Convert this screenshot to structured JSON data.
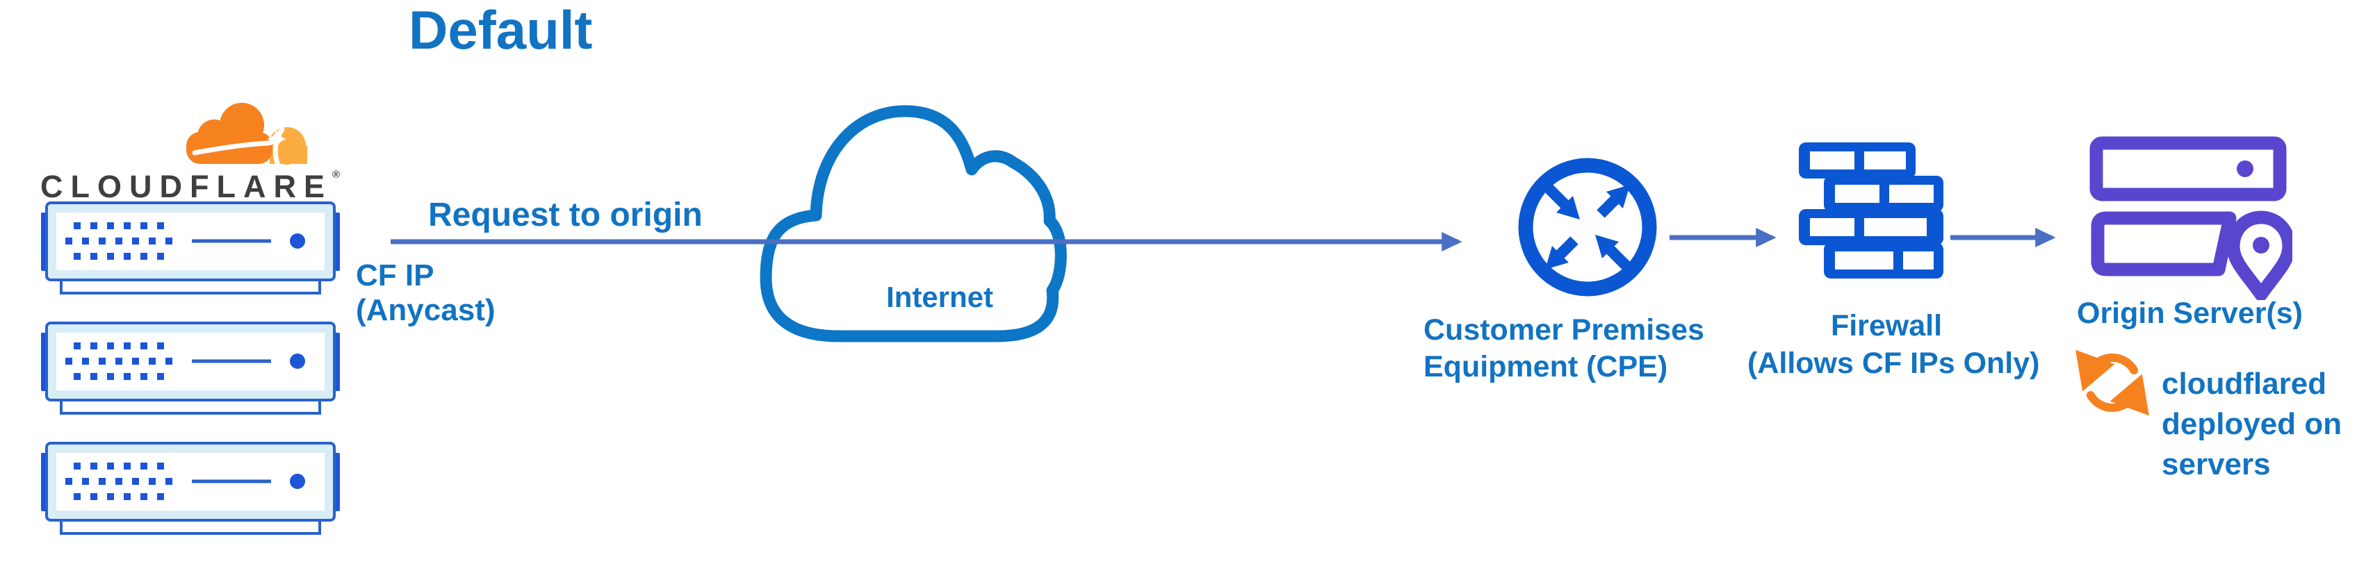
{
  "title": "Default",
  "brand": {
    "wordmark": "CLOUDFLARE",
    "registered_mark": "®"
  },
  "labels": {
    "request": "Request to origin",
    "cf_ip": [
      "CF IP",
      "(Anycast)"
    ],
    "internet": "Internet",
    "cpe": [
      "Customer Premises",
      "Equipment (CPE)"
    ],
    "firewall": [
      "Firewall",
      "(Allows CF IPs Only)"
    ],
    "origin": "Origin Server(s)",
    "cloudflared": [
      "cloudflared",
      "deployed on",
      "servers"
    ]
  },
  "icons": {
    "cloudflare_logo": "cloudflare-cloud-logo",
    "edge_servers": "three-stacked-edge-servers",
    "internet": "internet-cloud-outline",
    "cpe": "router-circle-with-four-arrows",
    "firewall": "brick-wall",
    "origin": "two-server-racks-with-location-pin",
    "cloudflared": "orange-sync-arrows"
  },
  "colors": {
    "background": "#FFFFFF",
    "title_blue": "#1273C2",
    "label_blue": "#1273C2",
    "arrow_slate": "#4A6FC4",
    "icon_blue": "#0B57D3",
    "cloud_stroke": "#0D76C6",
    "server_border": "#2A62CB",
    "server_fill": "#D9EDF6",
    "server_accent": "#1C55D6",
    "origin_purple": "#5846CF",
    "cf_orange": "#F6821F",
    "cf_orange_light": "#FBAD41",
    "wordmark_dark": "#3F3F41"
  }
}
